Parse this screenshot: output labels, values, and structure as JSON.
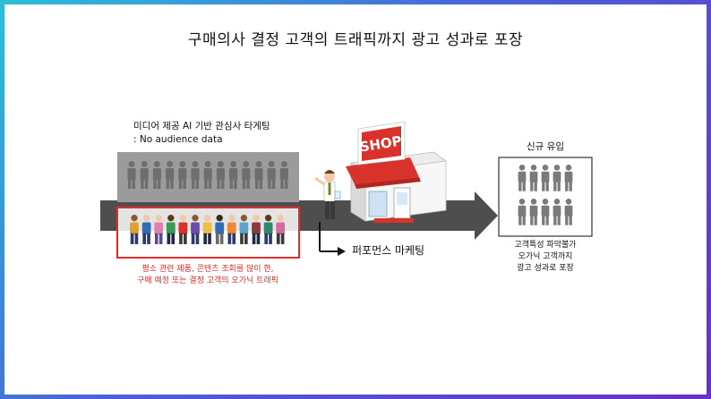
{
  "title": "구매의사 결정 고객의 트래픽까지 광고 성과로 포장",
  "left_label": {
    "line1": "미디어 제공 AI 기반 관심사 타게팅",
    "line2": ": No audience data"
  },
  "left_caption": {
    "line1": "평소 관련 제품, 콘텐츠 조회를 많이 한,",
    "line2": "구매 예정 또는 결정 고객의 오가닉 트래픽"
  },
  "shop_sign": "SHOP",
  "performance_label": "퍼포먼스 마케팅",
  "right_label": "신규 유입",
  "right_caption": {
    "line1": "고객특성 파악불가",
    "line2": "오가닉 고객까지",
    "line3": "광고 성과로 포장"
  },
  "colors": {
    "accent_red": "#d8322a",
    "gray_box": "#9b9b9b",
    "arrow": "#555555"
  }
}
